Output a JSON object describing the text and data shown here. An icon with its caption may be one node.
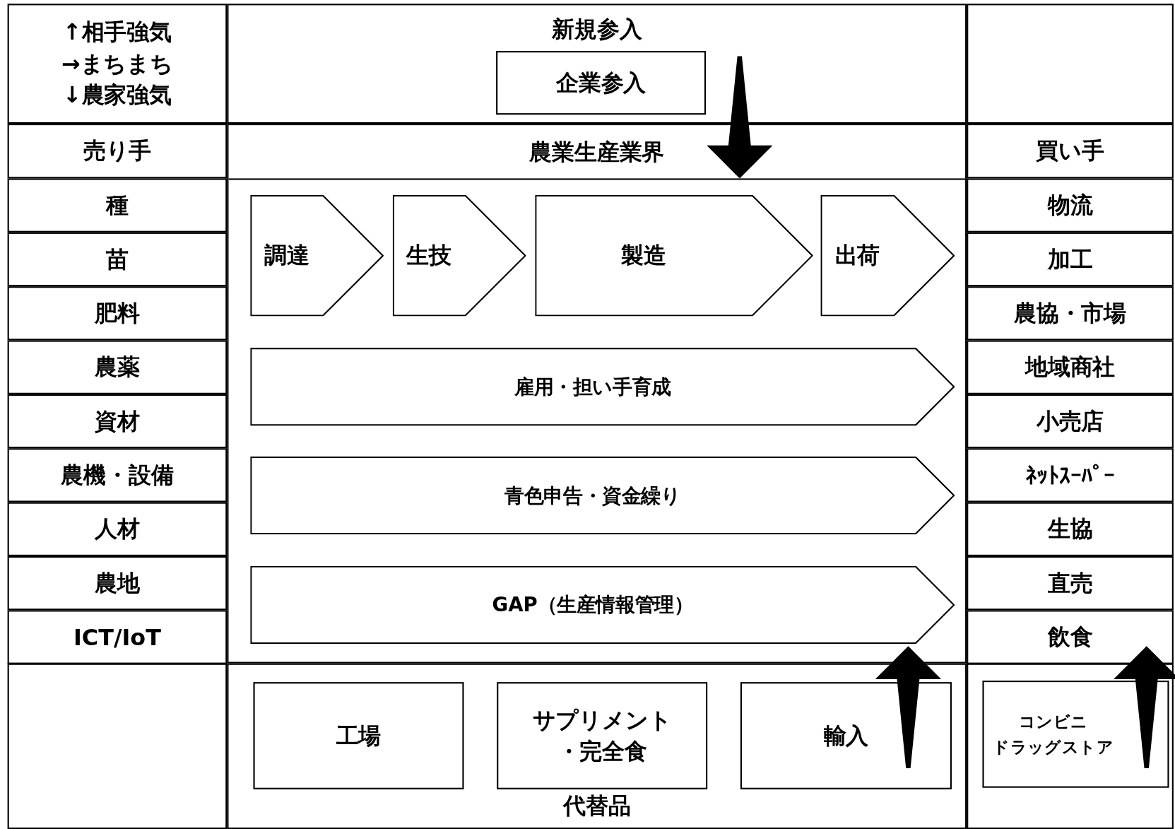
{
  "diagram": {
    "nodes": [
      {
        "text": [
          "新規参入"
        ]
      },
      {
        "text": [
          "企業参入"
        ],
        "in": 0
      },
      {
        "text": [
          "売り手"
        ]
      },
      {
        "text": [
          "農業生産業界"
        ]
      },
      {
        "text": [
          "買い手"
        ]
      },
      {
        "text": [
          "種"
        ]
      },
      {
        "text": [
          "苗"
        ]
      },
      {
        "text": [
          "肥料"
        ]
      },
      {
        "text": [
          "農薬"
        ]
      },
      {
        "text": [
          "資材"
        ]
      },
      {
        "text": [
          "農機・設備"
        ]
      },
      {
        "text": [
          "人材"
        ]
      },
      {
        "text": [
          "農地"
        ]
      },
      {
        "text": [
          "ICT/IoT"
        ]
      },
      {
        "text": [
          "調達"
        ],
        "in": 3
      },
      {
        "text": [
          "生技"
        ],
        "in": 3
      },
      {
        "text": [
          "製造"
        ],
        "in": 3
      },
      {
        "text": [
          "出荷"
        ],
        "in": 3
      },
      {
        "text": [
          "雇用・担い手育成"
        ],
        "in": 3
      },
      {
        "text": [
          "青色申告・資金繰り"
        ],
        "in": 3
      },
      {
        "text": [
          "GAP（生産情報管理）"
        ],
        "in": 3
      },
      {
        "text": [
          "物流"
        ]
      },
      {
        "text": [
          "加工"
        ]
      },
      {
        "text": [
          "農協・市場"
        ]
      },
      {
        "text": [
          "地域商社"
        ]
      },
      {
        "text": [
          "小売店"
        ]
      },
      {
        "text": [
          "ﾈｯﾄｽｰﾊﾟｰ"
        ]
      },
      {
        "text": [
          "生協"
        ]
      },
      {
        "text": [
          "直売"
        ]
      },
      {
        "text": [
          "飲食"
        ]
      },
      {
        "text": [
          "代替品"
        ]
      },
      {
        "text": [
          "工場"
        ],
        "in": 30
      },
      {
        "text": [
          "サプリメント・完全食"
        ],
        "in": 30
      },
      {
        "text": [
          "輸入"
        ],
        "in": 30
      },
      {
        "text": [
          "コンビニ",
          "ドラッグストア"
        ]
      }
    ],
    "edges": [
      {
        "from": 0,
        "to": 3,
        "arrow": "to"
      },
      {
        "from": 30,
        "to": 3,
        "arrow": "to"
      },
      {
        "from": 34,
        "to": 29,
        "arrow": "to"
      }
    ],
    "labels": [
      "↑相手強気",
      "→まちまち",
      "↓農家強気"
    ]
  }
}
